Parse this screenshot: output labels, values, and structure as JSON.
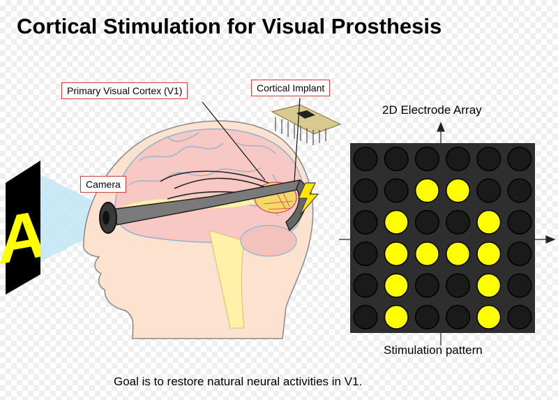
{
  "title": "Cortical Stimulation for Visual Prosthesis",
  "callouts": {
    "v1": "Primary Visual Cortex (V1)",
    "implant": "Cortical Implant",
    "camera": "Camera"
  },
  "stimulus_letter": "A",
  "array": {
    "title": "2D Electrode Array",
    "pattern_label": "Stimulation pattern",
    "rows": 6,
    "cols": 6,
    "active": [
      [
        0,
        0,
        0,
        0,
        0,
        0
      ],
      [
        0,
        0,
        1,
        1,
        0,
        0
      ],
      [
        0,
        1,
        0,
        0,
        1,
        0
      ],
      [
        0,
        1,
        1,
        1,
        1,
        0
      ],
      [
        0,
        1,
        0,
        0,
        1,
        0
      ],
      [
        0,
        1,
        0,
        0,
        1,
        0
      ]
    ],
    "colors": {
      "on": "#ffff00",
      "off": "#1a1a1a",
      "background": "#2e2e2e"
    }
  },
  "caption": "Goal is to restore natural neural activities in V1."
}
